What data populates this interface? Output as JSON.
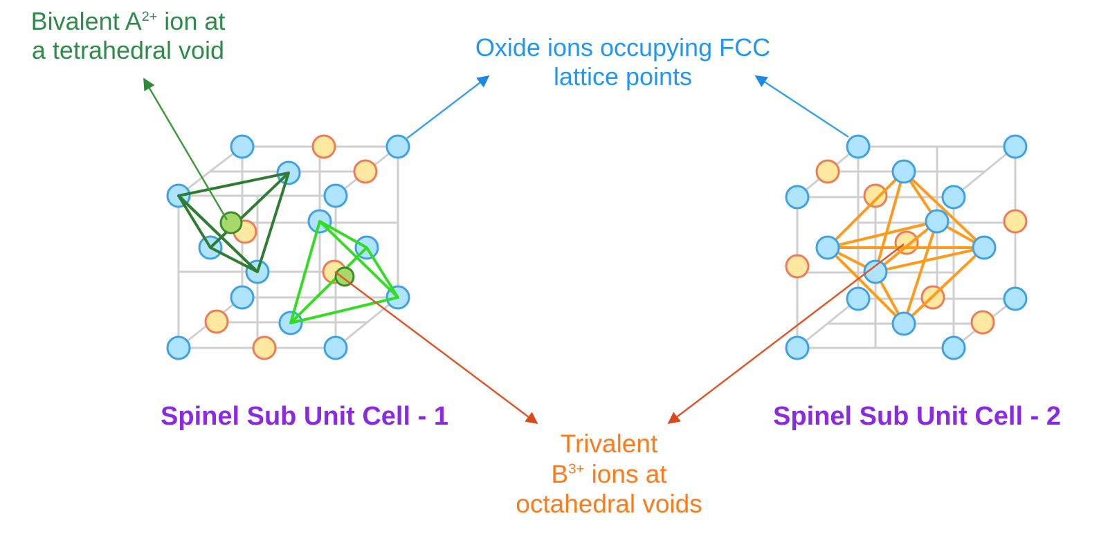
{
  "labels": {
    "bivalent": {
      "line1_prefix": "Bivalent A",
      "line1_sup": "2+",
      "line1_suffix": " ion at",
      "line2": "a tetrahedral void"
    },
    "oxide": {
      "line1": "Oxide ions occupying FCC",
      "line2": "lattice points"
    },
    "trivalent": {
      "line1": "Trivalent",
      "line2_prefix": "B",
      "line2_sup": "3+",
      "line2_suffix": " ions at",
      "line3": "octahedral voids"
    },
    "cell1": "Spinel Sub Unit Cell - 1",
    "cell2": "Spinel Sub Unit Cell - 2"
  },
  "colors": {
    "oxide_ion_fill": "#aee4ff",
    "oxide_ion_stroke": "#3ea0e6",
    "b_ion_fill": "#ffe9a0",
    "b_ion_stroke": "#f07a55",
    "a_ion_fill": "#a6d96a",
    "a_ion_stroke": "#3c8c2a",
    "tetra_dark": "#2f7d32",
    "tetra_light": "#33dd22",
    "octahedron": "#ff9a1a",
    "pointer_green": "#3c9c3c",
    "pointer_blue": "#3aa0ea",
    "pointer_orange": "#e0552a",
    "cube_edges": "#cfcfcf",
    "title_purple": "#8a2be2"
  }
}
